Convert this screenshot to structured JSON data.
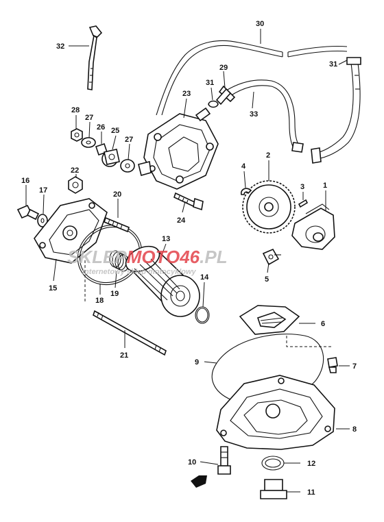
{
  "watermark": {
    "brand_part1": "SKLEP",
    "brand_part2": "MOTO46",
    "brand_part3": ".PL",
    "tagline": "internetowy sklep motocyklowy",
    "color_gray": "#bdbdbd",
    "color_red": "#e3424a"
  },
  "callouts": {
    "c1": "1",
    "c2": "2",
    "c3": "3",
    "c4": "4",
    "c5": "5",
    "c6": "6",
    "c7": "7",
    "c8": "8",
    "c9": "9",
    "c10": "10",
    "c11": "11",
    "c12": "12",
    "c13": "13",
    "c14": "14",
    "c15": "15",
    "c16": "16",
    "c17": "17",
    "c18": "18",
    "c19": "19",
    "c20": "20",
    "c21": "21",
    "c22": "22",
    "c23": "23",
    "c24": "24",
    "c25": "25",
    "c26": "26",
    "c27a": "27",
    "c27b": "27",
    "c28": "28",
    "c29": "29",
    "c30": "30",
    "c31a": "31",
    "c31b": "31",
    "c32": "32",
    "c33": "33"
  }
}
